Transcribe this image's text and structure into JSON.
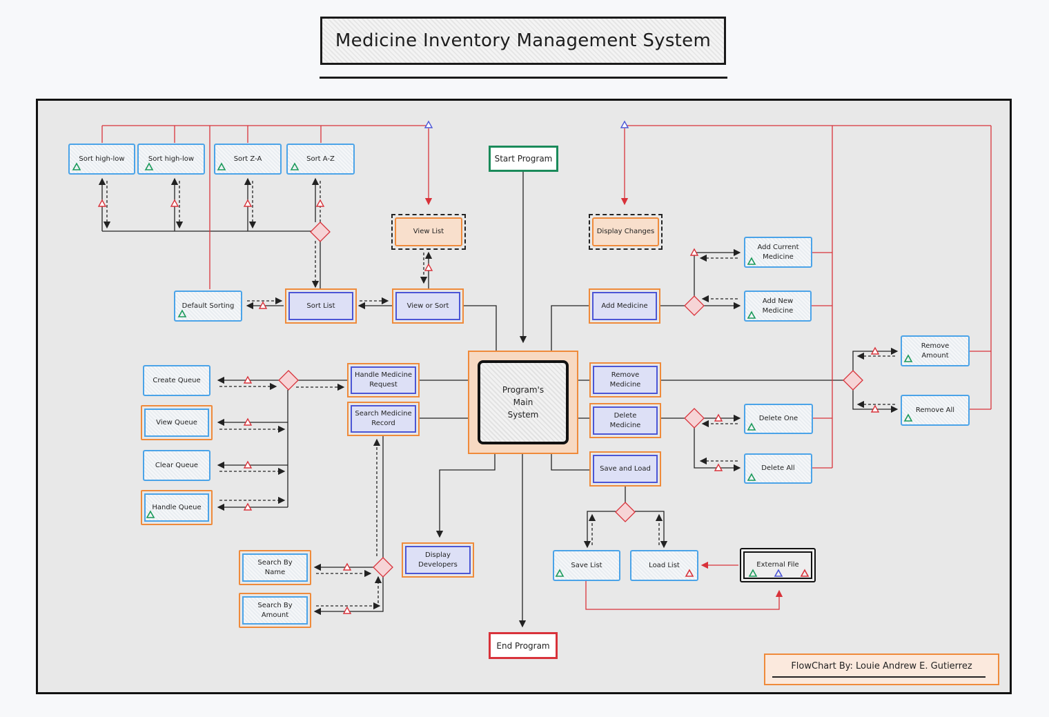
{
  "title": "Medicine Inventory Management System",
  "credit": "FlowChart By: Louie Andrew E. Gutierrez",
  "colors": {
    "primary_line": "#222222",
    "red_line": "#d8323a",
    "blue_marker": "#4b55d6",
    "green_marker": "#1a9a5a",
    "orange_border": "#ef8a3a",
    "blue_border": "#4aa3e8",
    "purple_fill": "#dde0f6",
    "peach_fill": "#f8dfcc"
  },
  "nodes": {
    "start": "Start Program",
    "end": "End Program",
    "main": "Program's\nMain\nSystem",
    "sort_high_low_1": "Sort high-low",
    "sort_high_low_2": "Sort high-low",
    "sort_z_a": "Sort Z-A",
    "sort_a_z": "Sort A-Z",
    "view_list": "View List",
    "display_changes": "Display Changes",
    "default_sorting": "Default Sorting",
    "sort_list": "Sort List",
    "view_or_sort": "View or Sort",
    "add_medicine": "Add Medicine",
    "add_current_medicine": "Add Current\nMedicine",
    "add_new_medicine": "Add New\nMedicine",
    "remove_amount": "Remove\nAmount",
    "remove_all": "Remove All",
    "remove_medicine": "Remove\nMedicine",
    "delete_medicine": "Delete\nMedicine",
    "delete_one": "Delete One",
    "delete_all": "Delete All",
    "save_and_load": "Save and Load",
    "save_list": "Save List",
    "load_list": "Load List",
    "external_file": "External File",
    "create_queue": "Create Queue",
    "view_queue": "View Queue",
    "clear_queue": "Clear Queue",
    "handle_queue": "Handle Queue",
    "handle_medicine_request": "Handle Medicine\nRequest",
    "search_medicine_record": "Search Medicine\nRecord",
    "search_by_name": "Search By\nName",
    "search_by_amount": "Search By\nAmount",
    "display_developers": "Display\nDevelopers"
  }
}
